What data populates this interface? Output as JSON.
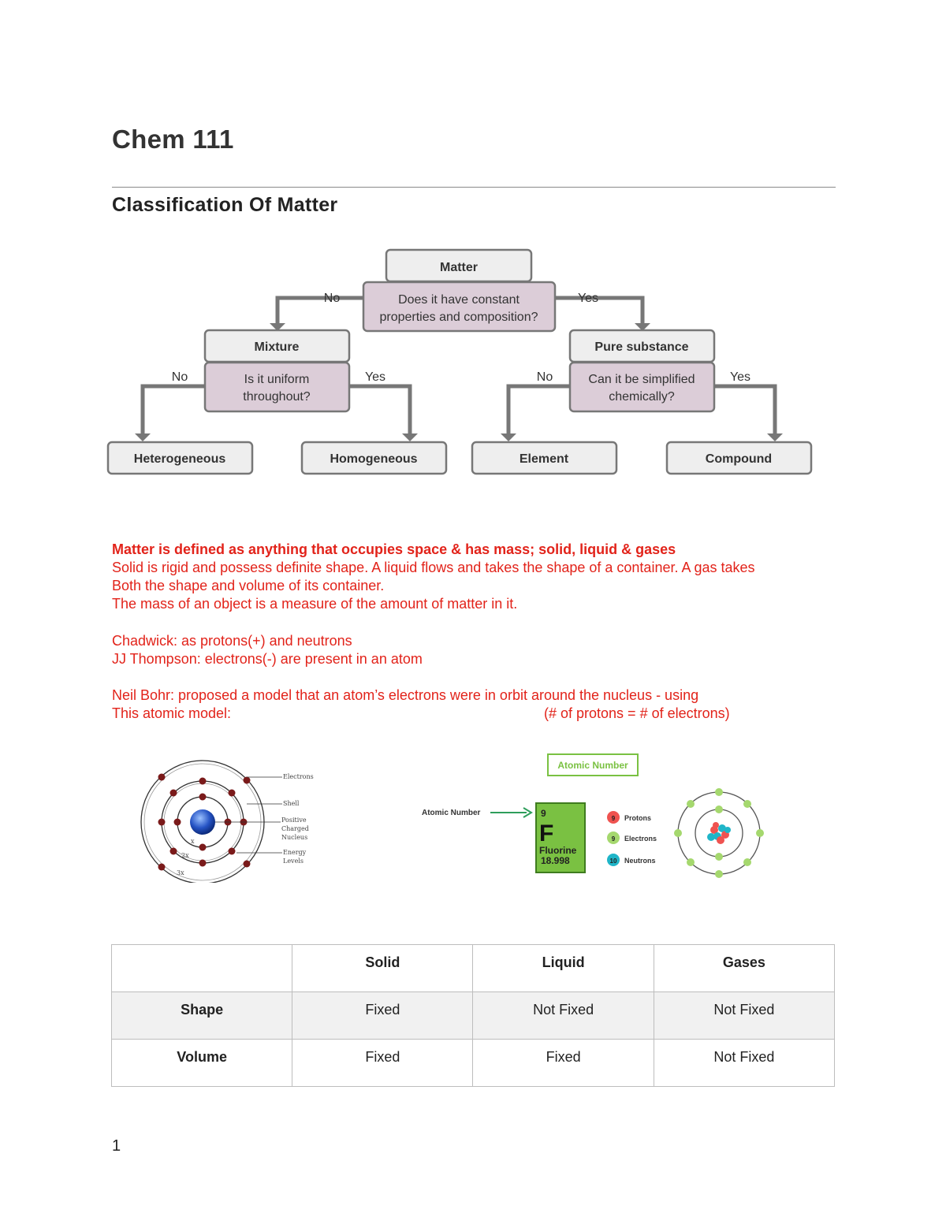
{
  "doc": {
    "title": "Chem 111",
    "section_title": "Classification Of Matter",
    "page_number": "1"
  },
  "flowchart": {
    "root": "Matter",
    "root_question_line1": "Does it have constant",
    "root_question_line2": "properties and composition?",
    "root_no": "No",
    "root_yes": "Yes",
    "mixture": "Mixture",
    "mixture_question_line1": "Is it uniform",
    "mixture_question_line2": "throughout?",
    "mixture_no": "No",
    "mixture_yes": "Yes",
    "pure": "Pure substance",
    "pure_question_line1": "Can it be simplified",
    "pure_question_line2": "chemically?",
    "pure_no": "No",
    "pure_yes": "Yes",
    "heterogeneous": "Heterogeneous",
    "homogeneous": "Homogeneous",
    "element": "Element",
    "compound": "Compound",
    "colors": {
      "box_fill": "#eeeeee",
      "question_fill": "#dccdd8",
      "stroke": "#777777"
    }
  },
  "notes": {
    "definition": "Matter is defined as anything that occupies space & has mass; solid, liquid & gases",
    "line2": "Solid is rigid and possess definite shape. A liquid flows and takes the shape of a container. A gas takes",
    "line3": "Both the shape and volume of its container.",
    "line4": "The mass of an object is a measure of the amount of matter in it.",
    "chadwick": "Chadwick: as protons(+) and neutrons",
    "thompson": "JJ Thompson: electrons(-) are present in an atom",
    "bohr1": "Neil Bohr: proposed a model that an atom’s electrons were in orbit around the nucleus - using",
    "bohr2a": "This atomic model:",
    "bohr2b": "(# of protons = # of electrons)",
    "color": "#e2231a"
  },
  "bohr_diagram": {
    "labels": {
      "electrons": "Electrons",
      "shell": "Shell",
      "nucleus1": "Positive",
      "nucleus2": "Charged",
      "nucleus3": "Nucleus",
      "energy1": "Energy",
      "energy2": "Levels",
      "x": "x",
      "x2": "2x",
      "x3": "3x"
    }
  },
  "fluorine_diagram": {
    "box_title": "Atomic Number",
    "arrow_label": "Atomic Number",
    "atomic_number": "9",
    "symbol": "F",
    "name": "Fluorine",
    "mass": "18.998",
    "legend": [
      {
        "count": "9",
        "label": "Protons",
        "color": "#ef5350"
      },
      {
        "count": "9",
        "label": "Electrons",
        "color": "#a5d86e"
      },
      {
        "count": "10",
        "label": "Neutrons",
        "color": "#1fb5c8"
      }
    ],
    "tile_color": "#7ac142"
  },
  "states_table": {
    "headers": [
      "",
      "Solid",
      "Liquid",
      "Gases"
    ],
    "rows": [
      {
        "label": "Shape",
        "cells": [
          "Fixed",
          "Not Fixed",
          "Not Fixed"
        ]
      },
      {
        "label": "Volume",
        "cells": [
          "Fixed",
          "Fixed",
          "Not Fixed"
        ]
      }
    ]
  }
}
